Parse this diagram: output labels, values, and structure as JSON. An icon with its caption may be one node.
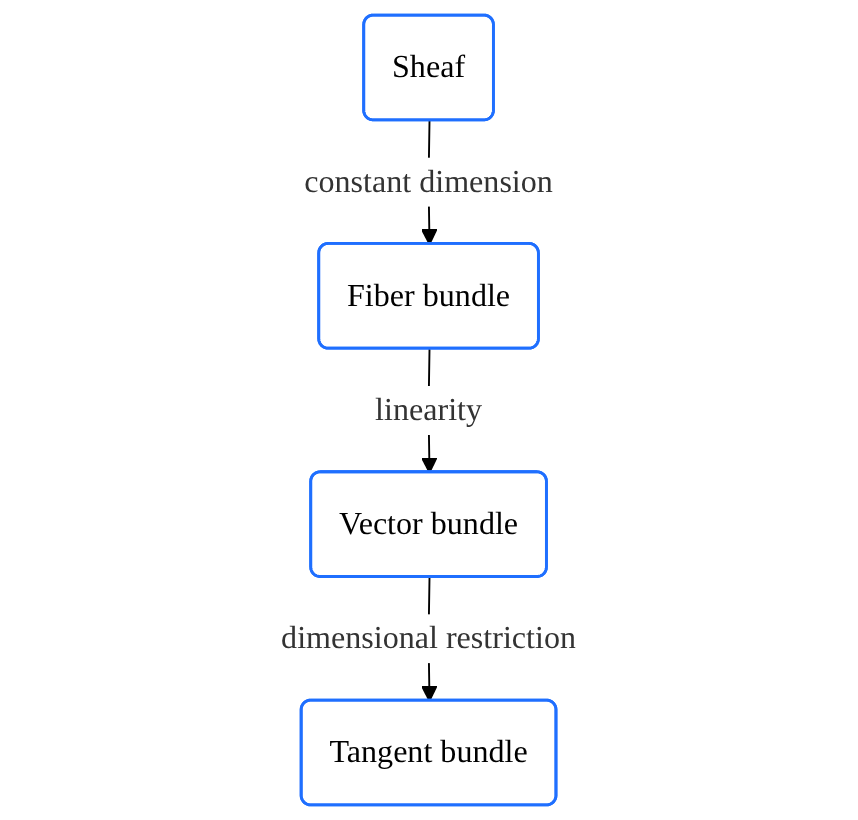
{
  "diagram": {
    "nodes": [
      {
        "text": [
          "Sheaf"
        ]
      },
      {
        "text": [
          "Fiber bundle"
        ]
      },
      {
        "text": [
          "Vector bundle"
        ]
      },
      {
        "text": [
          "Tangent bundle"
        ]
      }
    ],
    "edges": [
      {
        "from": 0,
        "to": 1,
        "arrow": "to",
        "label": "constant dimension"
      },
      {
        "from": 1,
        "to": 2,
        "arrow": "to",
        "label": "linearity"
      },
      {
        "from": 2,
        "to": 3,
        "arrow": "to",
        "label": "dimensional restriction"
      }
    ]
  }
}
